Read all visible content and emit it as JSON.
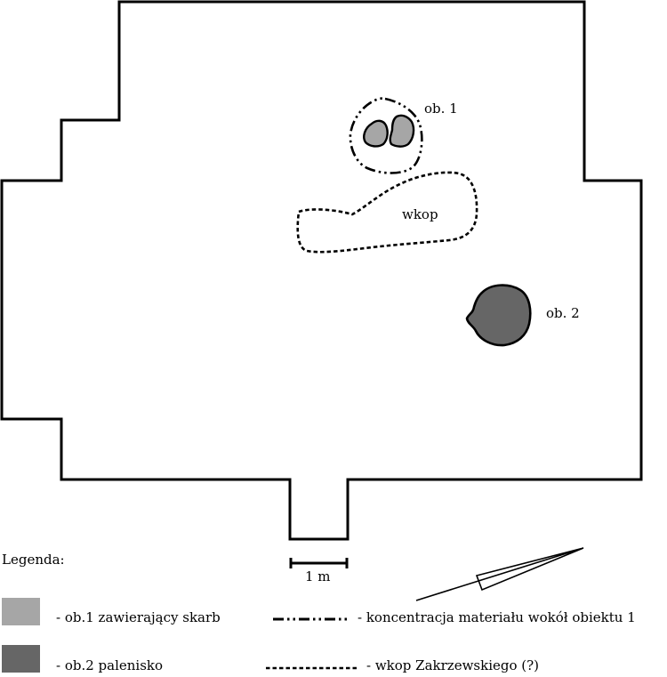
{
  "features": {
    "ob1_label": "ob. 1",
    "ob2_label": "ob. 2",
    "wkop_label": "wkop"
  },
  "scale": {
    "label": "1 m"
  },
  "legend": {
    "title": "Legenda:",
    "items": [
      {
        "text": "- ob.1 zawierający skarb",
        "color": "#a6a6a6"
      },
      {
        "text": "- ob.2 palenisko",
        "color": "#666666"
      },
      {
        "text": "- koncentracja materiału wokół obiektu 1"
      },
      {
        "text": "- wkop Zakrzewskiego (?)"
      }
    ]
  },
  "colors": {
    "ob1_fill": "#a6a6a6",
    "ob2_fill": "#666666",
    "outline": "#000000"
  }
}
